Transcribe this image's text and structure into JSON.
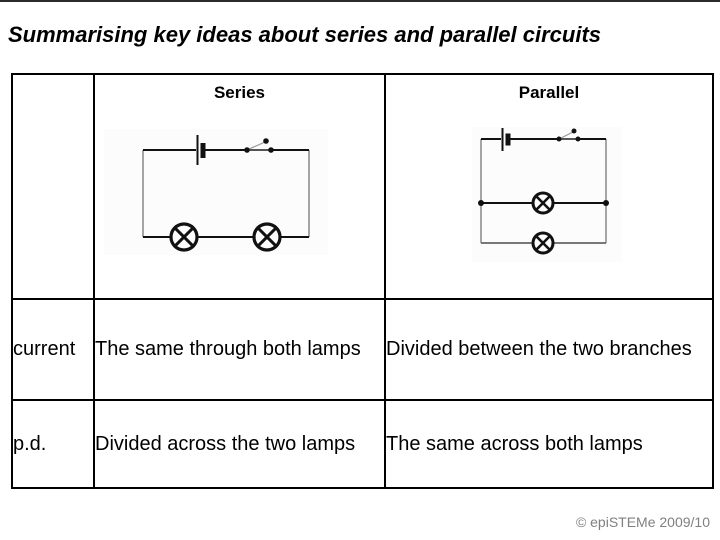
{
  "slide": {
    "title": "Summarising key ideas about series and parallel circuits",
    "copyright": "© epiSTEMe 2009/10"
  },
  "table": {
    "headers": {
      "series": "Series",
      "parallel": "Parallel"
    },
    "rows": [
      {
        "label": "current",
        "series": "The same through both lamps",
        "parallel": "Divided between the two branches"
      },
      {
        "label": "p.d.",
        "series": "Divided across the two lamps",
        "parallel": "The same across both lamps"
      }
    ]
  },
  "diagrams": {
    "series": {
      "icon": "series-circuit-diagram",
      "components": [
        "cell-icon",
        "open-switch-icon",
        "lamp-icon",
        "lamp-icon"
      ]
    },
    "parallel": {
      "icon": "parallel-circuit-diagram",
      "components": [
        "cell-icon",
        "open-switch-icon",
        "lamp-icon",
        "lamp-icon"
      ]
    }
  },
  "colors": {
    "background": "#ffffff",
    "text": "#000000",
    "table_border": "#000000",
    "copyright_gray": "#808080",
    "wire_dark": "#111111",
    "wire_gray": "#888888"
  }
}
